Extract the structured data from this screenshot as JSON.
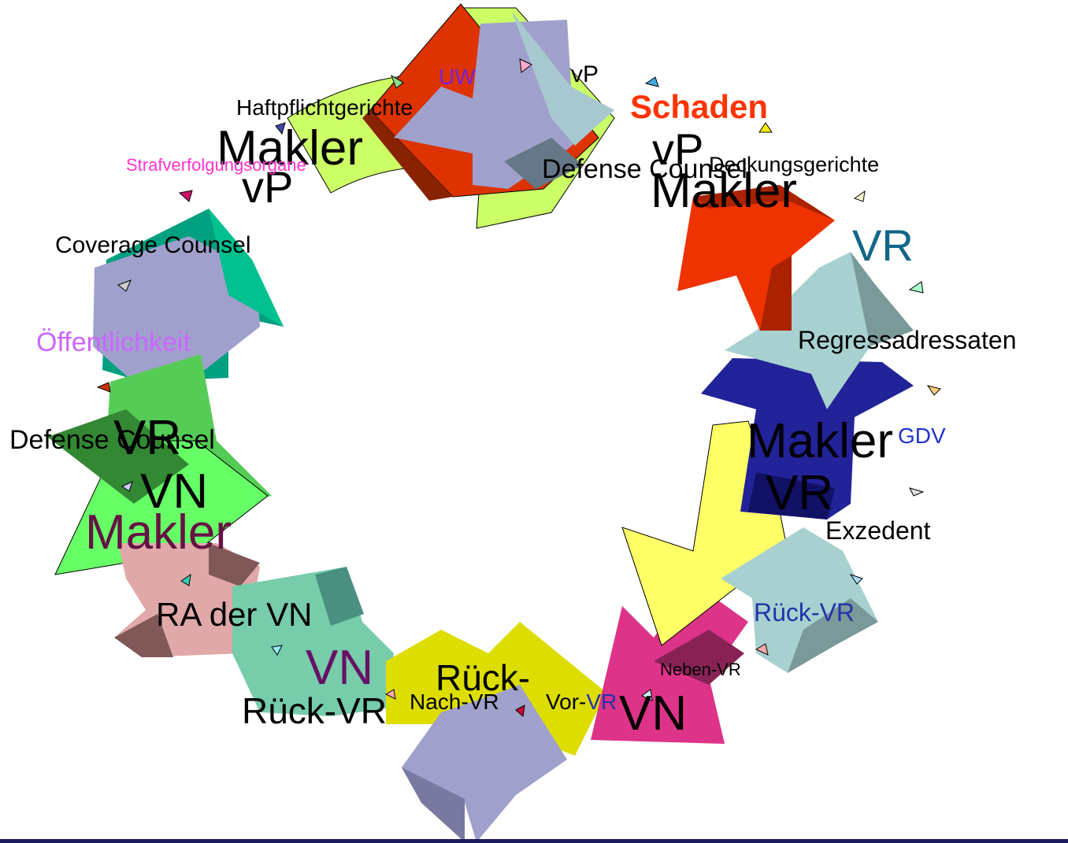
{
  "labels": {
    "uw": "UW",
    "vp_top": "vP",
    "schaden": "Schaden",
    "haftpflichtgerichte": "Haftpflichtgerichte",
    "makler_top_left": "Makler",
    "vp_left": "vP",
    "strafverfolgungsorgane": "Strafverfolgungsorgane",
    "vp_right": "vP",
    "defense_counsel_top": "Defense Counsel",
    "deckungsgerichte": "Deckungsgerichte",
    "makler_top_right": "Makler",
    "vr_right": "VR",
    "coverage_counsel": "Coverage Counsel",
    "regressadressaten": "Regressadressaten",
    "oeffentlichkeit": "Öffentlichkeit",
    "makler_right": "Makler",
    "gdv": "GDV",
    "vr_right_lower": "VR",
    "defense_counsel_left": "Defense Counsel",
    "vr_left": "VR",
    "vn_left": "VN",
    "exzedent": "Exzedent",
    "makler_left": "Makler",
    "rueck_vr_right": "Rück-VR",
    "ra_der_vn": "RA der VN",
    "neben_vr": "Neben-VR",
    "vn_bottom_left": "VN",
    "rueck_bottom": "Rück-",
    "nach_vr": "Nach-VR",
    "vor_vr_prefix": "Vor-",
    "vor_vr_suffix": "VR",
    "vn_bottom_right": "VN",
    "rueck_vr_bottom_left": "Rück-VR"
  },
  "colors": {
    "bottom_rule": "#1a1a5e",
    "lime": "#ccff66",
    "red": "#dd3300",
    "lavender": "#a0a0cc",
    "lightblue": "#a8c8d0",
    "orange_red": "#ee3300",
    "teal": "#00a080",
    "green": "#55cc55",
    "bright_green": "#66ff66",
    "navy": "#222299",
    "yellow": "#ffff66",
    "pale_cyan": "#b8e0e0",
    "magenta": "#dd3388",
    "olive_yellow": "#dddd00",
    "mint": "#77ccaa",
    "rose": "#e0a8a8",
    "dark_green": "#338833"
  }
}
